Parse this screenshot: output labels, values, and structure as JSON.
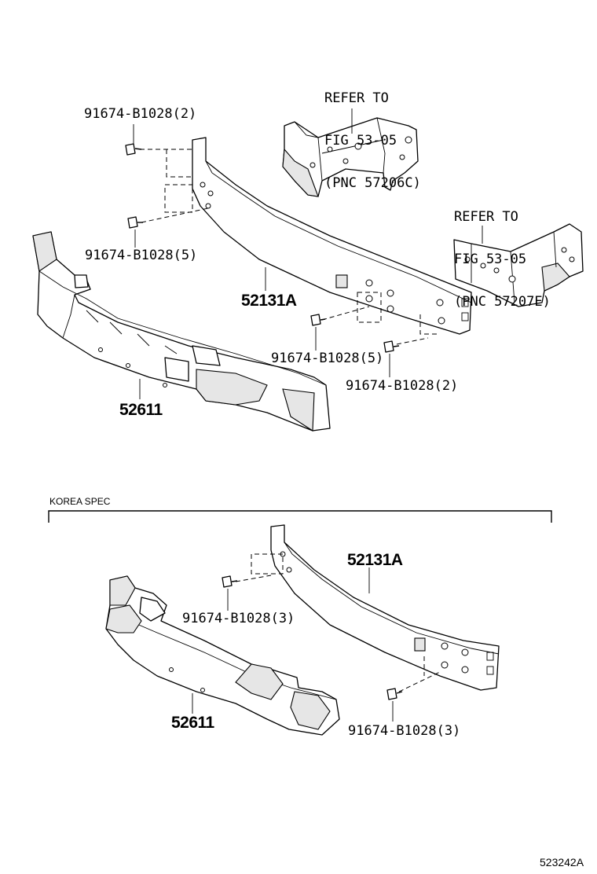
{
  "diagram": {
    "top_section": {
      "refer_upper": [
        "REFER TO",
        "FIG 53-05",
        "(PNC 57206C)"
      ],
      "refer_right": [
        "REFER TO",
        "FIG 53-05",
        "(PNC 57207E)"
      ],
      "bolt_top_left": "91674-B1028(2)",
      "bolt_mid_left": "91674-B1028(5)",
      "reinforcement_part": "52131A",
      "bolt_mid_right": "91674-B1028(5)",
      "bolt_low_right": "91674-B1028(2)",
      "absorber_part": "52611"
    },
    "korea_section": {
      "title": "KOREA SPEC",
      "reinforcement_part": "52131A",
      "bolt_left": "91674-B1028(3)",
      "absorber_part": "52611",
      "bolt_right": "91674-B1028(3)"
    },
    "illustration_code": "523242A"
  }
}
